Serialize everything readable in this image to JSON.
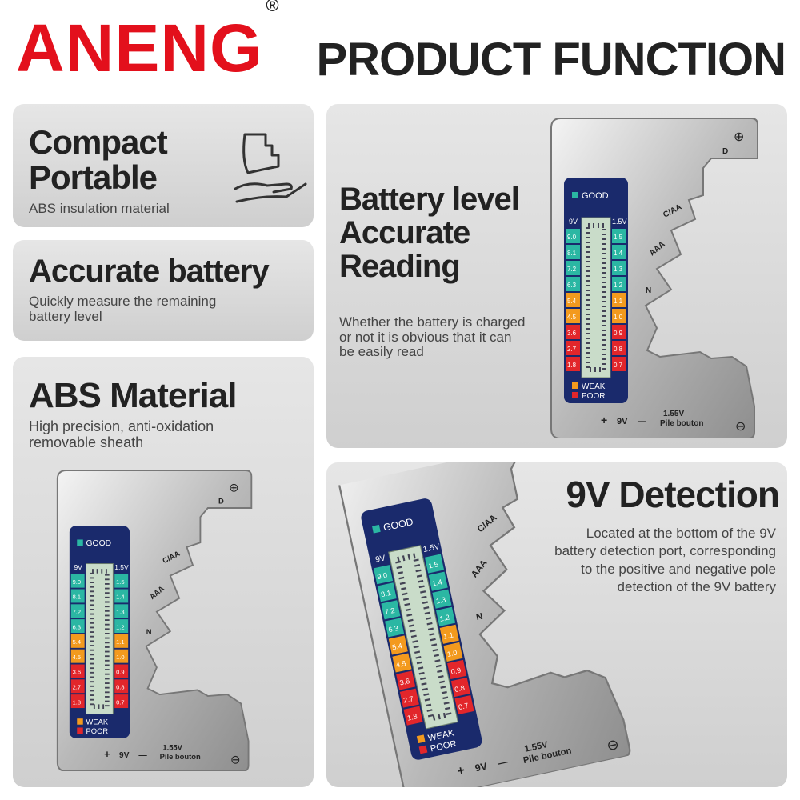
{
  "brand": {
    "logo_text": "ANENG",
    "registered": "®"
  },
  "headline": "PRODUCT FUNCTION",
  "features": [
    {
      "title_line1": "Compact",
      "title_line2": "Portable",
      "desc": "ABS insulation material"
    },
    {
      "title": "Accurate battery",
      "desc_line1": "Quickly measure the remaining",
      "desc_line2": "battery level"
    },
    {
      "title": "ABS Material",
      "desc_line1": "High precision, anti-oxidation",
      "desc_line2": "removable sheath"
    },
    {
      "title_line1": "Battery level",
      "title_line2": "Accurate",
      "title_line3": "Reading",
      "desc_line1": "Whether the battery is charged",
      "desc_line2": "or not it is obvious that it can",
      "desc_line3": "be easily read"
    },
    {
      "title": "9V Detection",
      "desc_line1": "Located at the bottom of the 9V",
      "desc_line2": "battery detection port, corresponding",
      "desc_line3": "to the positive and negative pole",
      "desc_line4": "detection of the 9V battery"
    }
  ],
  "tester": {
    "good": "GOOD",
    "weak": "WEAK",
    "poor": "POOR",
    "left_header": "9V",
    "right_header": "1.5V",
    "left_values": [
      "9.0",
      "8.1",
      "7.2",
      "6.3",
      "5.4",
      "4.5",
      "3.6",
      "2.7",
      "1.8"
    ],
    "right_values": [
      "1.5",
      "1.4",
      "1.3",
      "1.2",
      "1.1",
      "1.0",
      "0.9",
      "0.8",
      "0.7"
    ],
    "label_d": "D",
    "label_caa": "C/AA",
    "label_aaa": "AAA",
    "label_n": "N",
    "plus": "+",
    "minus": "−",
    "label_9v": "9V",
    "dash": "—",
    "label_155": "1.55V",
    "label_pile": "Pile bouton"
  },
  "colors": {
    "brand_red": "#e3101c",
    "panel_blue": "#1a2a6c",
    "good_green": "#2bb7a3",
    "weak_orange": "#f39a1e",
    "poor_red": "#e2262b"
  }
}
